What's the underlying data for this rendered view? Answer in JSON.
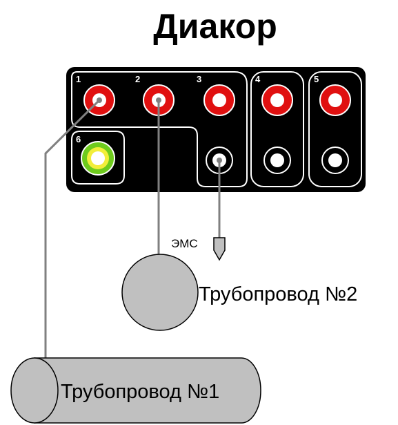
{
  "title": "Диакор",
  "panel": {
    "terminal_numbers": [
      "1",
      "2",
      "3",
      "4",
      "5",
      "6"
    ],
    "colors": {
      "panel": "#000000",
      "red_terminal": "#e01010",
      "green_terminal": "#6ecb1d",
      "yellow_terminal": "#f2ee3a",
      "wire": "#808080",
      "pipe_fill": "#c0c0c0"
    }
  },
  "probe": {
    "label": "ЭМС"
  },
  "pipelines": [
    {
      "label": "Трубопровод №2"
    },
    {
      "label": "Трубопровод №1"
    }
  ]
}
